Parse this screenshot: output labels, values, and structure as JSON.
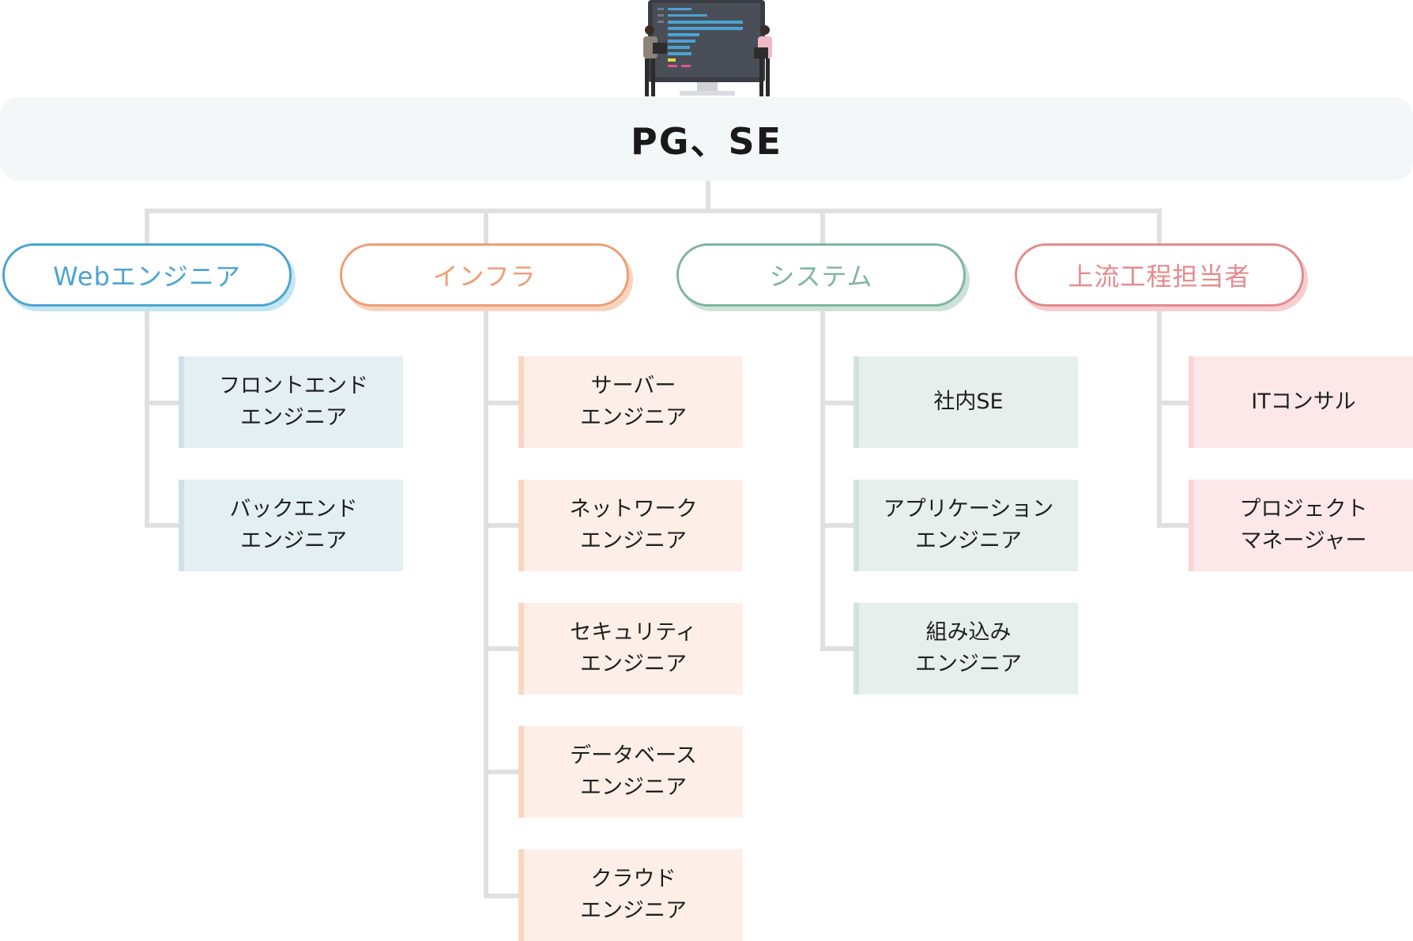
{
  "root": {
    "title": "PG、SE"
  },
  "colors": {
    "web": "#4ba3d3",
    "web_shadow": "#c3e6f3",
    "web_box": "#e4eff3",
    "web_bar": "#cfe0e8",
    "infra": "#ee9e74",
    "infra_shadow": "#f8d3bd",
    "infra_box": "#fdefe7",
    "infra_bar": "#f9d6c2",
    "system": "#80b4a0",
    "system_shadow": "#cde3d9",
    "system_box": "#e7efed",
    "system_bar": "#d3e2dd",
    "upstream": "#e58a8e",
    "upstream_shadow": "#f6cdd0",
    "upstream_box": "#fde8e9",
    "upstream_bar": "#fbd4d6"
  },
  "branches": [
    {
      "label": "Webエンジニア",
      "items": [
        [
          "フロントエンド",
          "エンジニア"
        ],
        [
          "バックエンド",
          "エンジニア"
        ]
      ]
    },
    {
      "label": "インフラ",
      "items": [
        [
          "サーバー",
          "エンジニア"
        ],
        [
          "ネットワーク",
          "エンジニア"
        ],
        [
          "セキュリティ",
          "エンジニア"
        ],
        [
          "データベース",
          "エンジニア"
        ],
        [
          "クラウド",
          "エンジニア"
        ]
      ]
    },
    {
      "label": "システム",
      "items": [
        [
          "社内SE"
        ],
        [
          "アプリケーション",
          "エンジニア"
        ],
        [
          "組み込み",
          "エンジニア"
        ]
      ]
    },
    {
      "label": "上流工程担当者",
      "items": [
        [
          "ITコンサル"
        ],
        [
          "プロジェクト",
          "マネージャー"
        ]
      ]
    }
  ]
}
